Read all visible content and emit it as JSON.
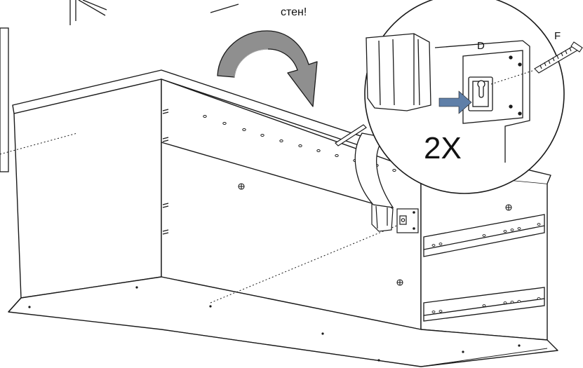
{
  "top_caption": "стен!",
  "labels": {
    "part_d": "D",
    "part_f": "F",
    "quantity": "2X"
  },
  "colors": {
    "line": "#1a1a1a",
    "arrow_fill": "#8f8f8f",
    "arrow_blue": "#5f7fa8",
    "background": "#ffffff"
  },
  "icons": [
    "rotation-arrow-icon",
    "insert-arrow-icon",
    "screw-icon"
  ]
}
